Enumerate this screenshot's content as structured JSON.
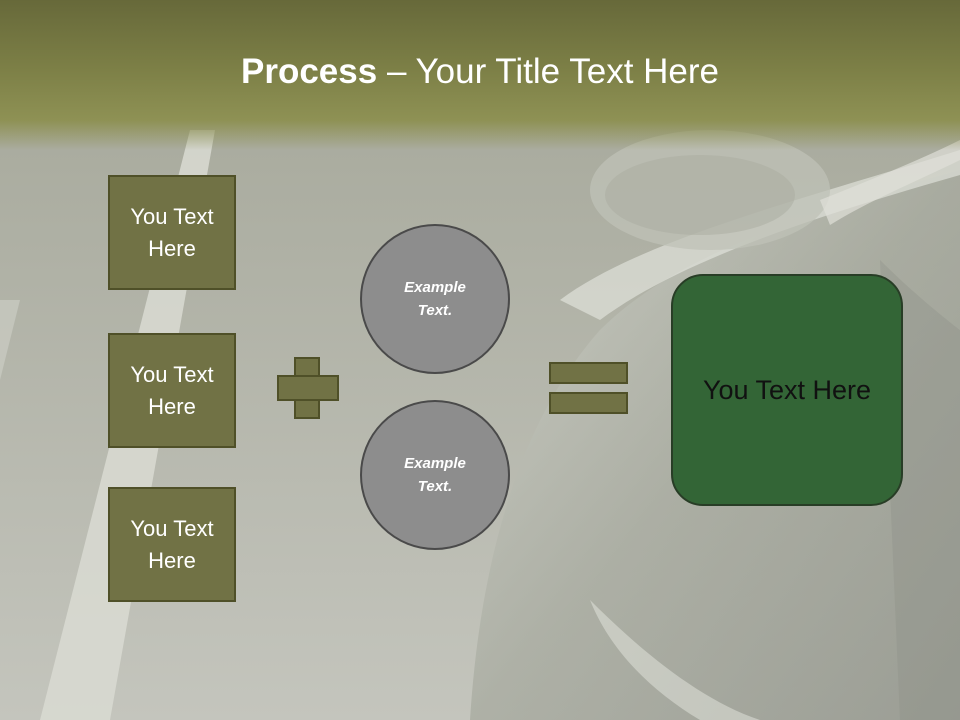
{
  "title": {
    "bold": "Process",
    "rest": " – Your Title Text Here"
  },
  "left_boxes": [
    {
      "label": "You Text Here"
    },
    {
      "label": "You Text Here"
    },
    {
      "label": "You Text Here"
    }
  ],
  "circles": [
    {
      "label": "Example Text."
    },
    {
      "label": "Example Text."
    }
  ],
  "operators": {
    "plus": "plus-sign",
    "equals": "equals-sign"
  },
  "result": {
    "label": "You Text Here"
  },
  "colors": {
    "title_band": "#7c7f46",
    "box_fill": "#717245",
    "circle_fill": "#8d8d8d",
    "result_fill": "#336536"
  }
}
